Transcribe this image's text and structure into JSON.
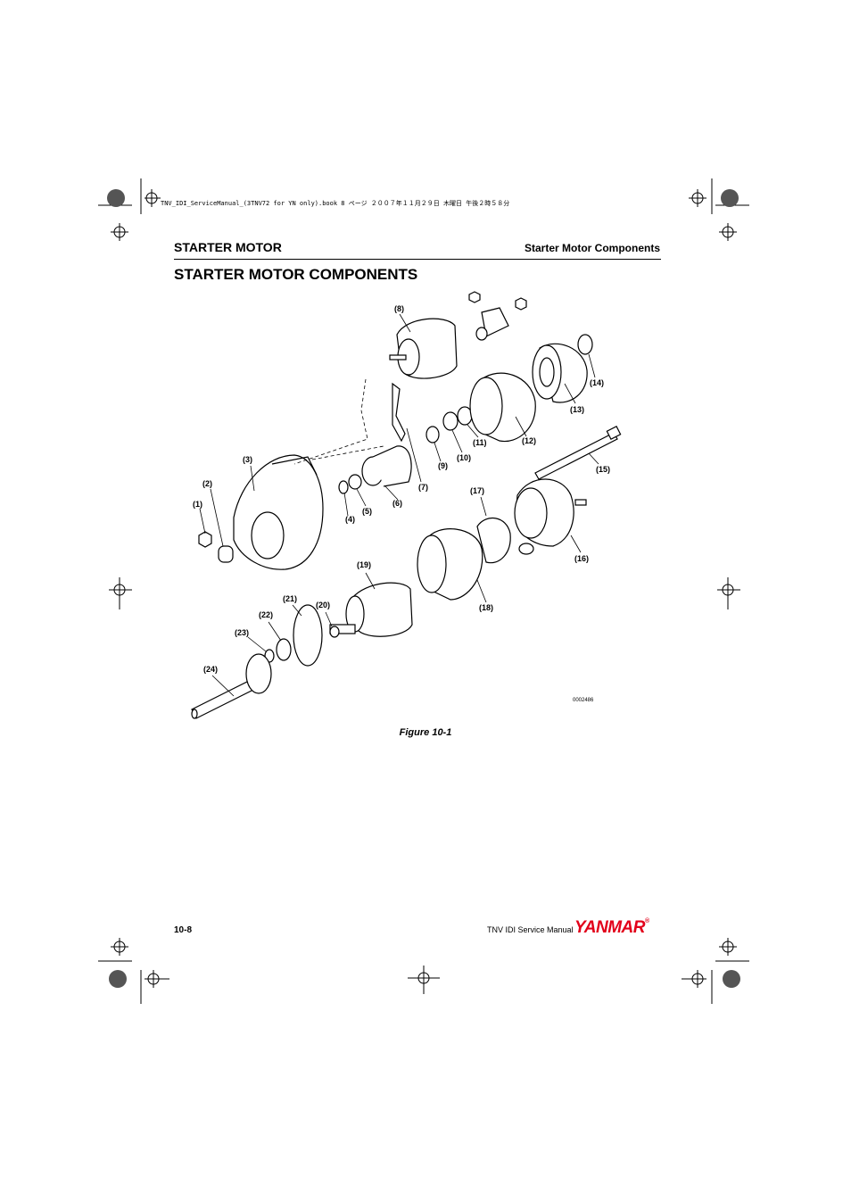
{
  "print_slug": "TNV_IDI_ServiceManual_(3TNV72 for YN only).book  8 ページ  ２００７年１１月２９日  木曜日  午後２時５８分",
  "header": {
    "section": "STARTER MOTOR",
    "subsection": "Starter Motor Components"
  },
  "page_title": "STARTER MOTOR COMPONENTS",
  "figure": {
    "caption": "Figure 10-1",
    "image_code": "0002486",
    "labels": [
      "(1)",
      "(2)",
      "(3)",
      "(4)",
      "(5)",
      "(6)",
      "(7)",
      "(8)",
      "(9)",
      "(10)",
      "(11)",
      "(12)",
      "(13)",
      "(14)",
      "(15)",
      "(16)",
      "(17)",
      "(18)",
      "(19)",
      "(20)",
      "(21)",
      "(22)",
      "(23)",
      "(24)"
    ]
  },
  "footer": {
    "page_number": "10-8",
    "manual_name": "TNV IDI Service Manual",
    "brand": "YANMAR",
    "brand_reg": "®"
  },
  "colors": {
    "brand_red": "#e2001a"
  }
}
